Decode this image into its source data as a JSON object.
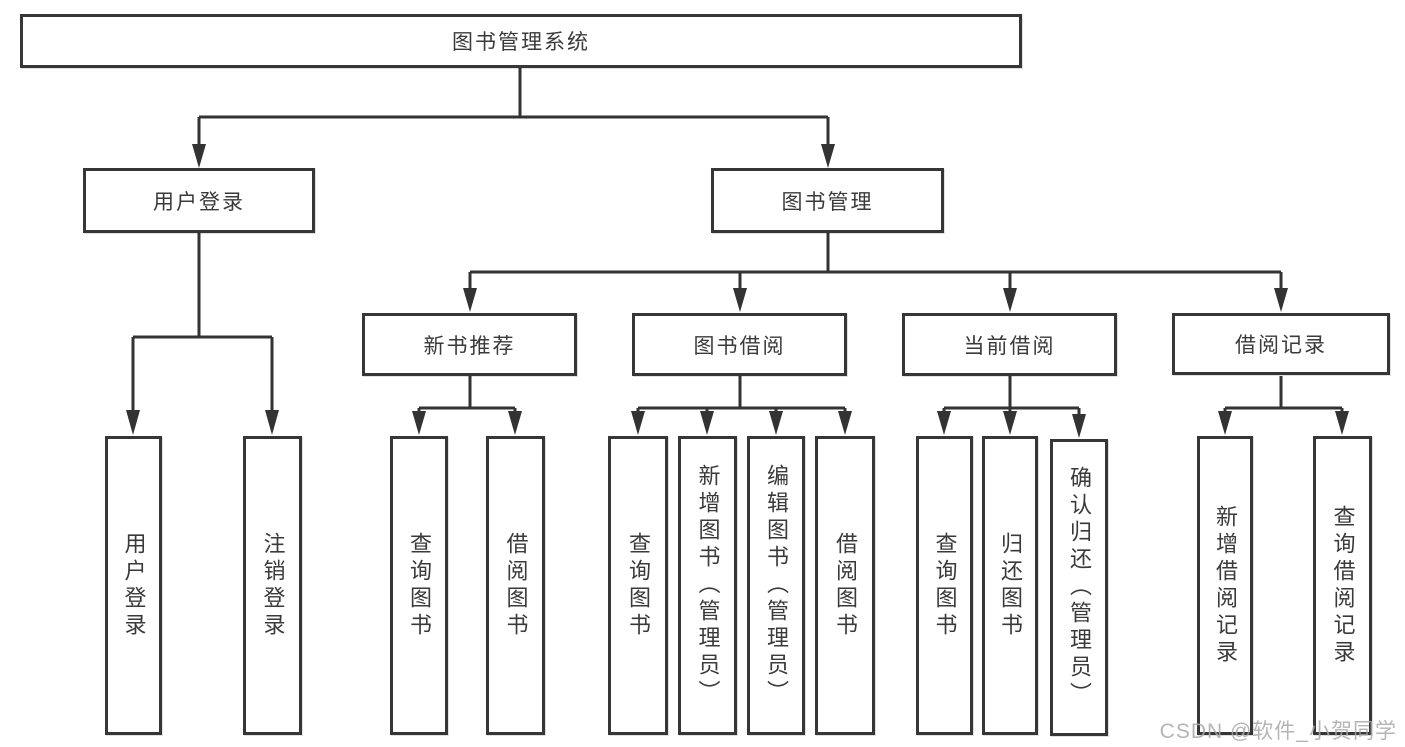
{
  "diagram": {
    "root": {
      "label": "图书管理系统"
    },
    "user_login": {
      "label": "用户登录",
      "children": {
        "login": {
          "label": "用户登录"
        },
        "logout": {
          "label": "注销登录"
        }
      }
    },
    "book_mgmt": {
      "label": "图书管理",
      "children": {
        "new_book": {
          "label": "新书推荐",
          "children": {
            "query_book": {
              "label": "查询图书"
            },
            "borrow_book": {
              "label": "借阅图书"
            }
          }
        },
        "book_borrow": {
          "label": "图书借阅",
          "children": {
            "query_book": {
              "label": "查询图书"
            },
            "add_book": {
              "label": "新增图书（管理员）"
            },
            "edit_book": {
              "label": "编辑图书（管理员）"
            },
            "borrow_book": {
              "label": "借阅图书"
            }
          }
        },
        "current_borrow": {
          "label": "当前借阅",
          "children": {
            "query_book": {
              "label": "查询图书"
            },
            "return_book": {
              "label": "归还图书"
            },
            "confirm_return": {
              "label": "确认归还（管理员）"
            }
          }
        },
        "borrow_record": {
          "label": "借阅记录",
          "children": {
            "add_record": {
              "label": "新增借阅记录"
            },
            "query_record": {
              "label": "查询借阅记录"
            }
          }
        }
      }
    }
  },
  "watermark": {
    "label": "CSDN @软件_小贺同学"
  }
}
